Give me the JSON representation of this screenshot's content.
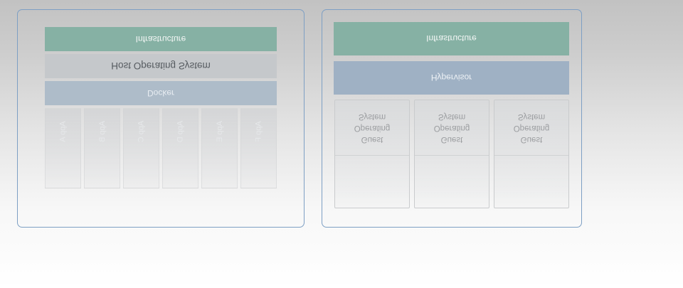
{
  "container_stack": {
    "infrastructure": "Infrastructure",
    "host_os": "Host Operating System",
    "docker": "Docker",
    "apps": [
      "App A",
      "App B",
      "App C",
      "App D",
      "App E",
      "App F"
    ]
  },
  "vm_stack": {
    "infrastructure": "Infrastructure",
    "hypervisor": "Hypervisor",
    "guest_os": [
      "Guest\nOperating\nSystem",
      "Guest\nOperating\nSystem",
      "Guest\nOperating\nSystem"
    ]
  },
  "colors": {
    "infrastructure": "#86b1a4",
    "host_os": "#c5c8cb",
    "docker": "#aebcc9",
    "hypervisor": "#9fb1c4",
    "panel_border": "#7d9fc4"
  }
}
